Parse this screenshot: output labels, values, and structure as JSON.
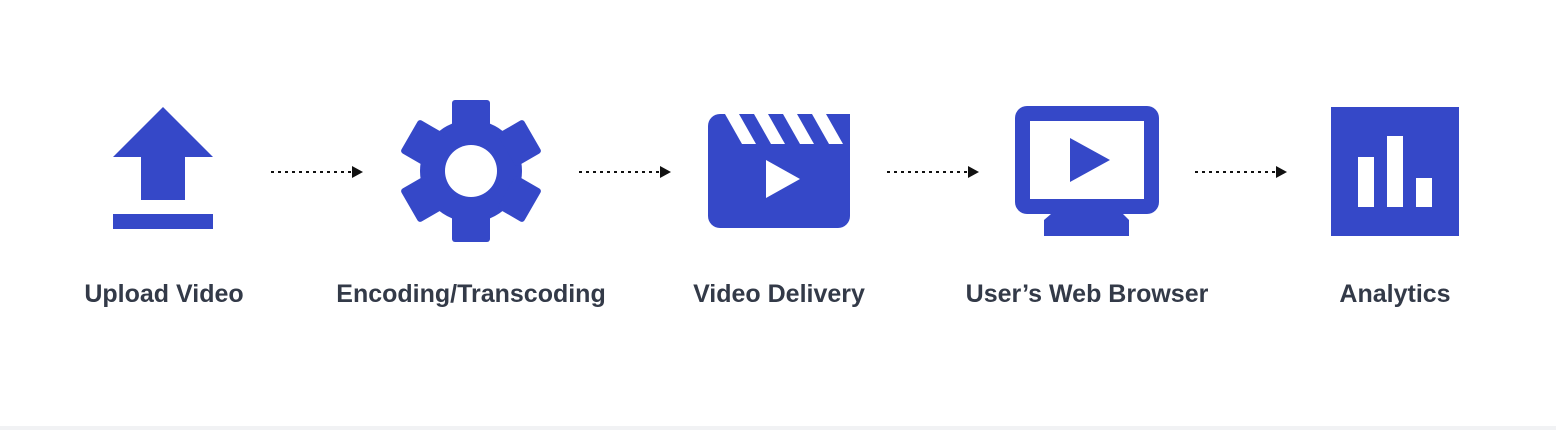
{
  "colors": {
    "accent": "#3548c8",
    "label": "#333a48",
    "arrow": "#111111"
  },
  "steps": [
    {
      "label": "Upload Video",
      "icon": "upload-icon"
    },
    {
      "label": "Encoding/Transcoding",
      "icon": "gear-icon"
    },
    {
      "label": "Video Delivery",
      "icon": "clapperboard-icon"
    },
    {
      "label": "User’s Web Browser",
      "icon": "monitor-play-icon"
    },
    {
      "label": "Analytics",
      "icon": "bar-chart-icon"
    }
  ]
}
